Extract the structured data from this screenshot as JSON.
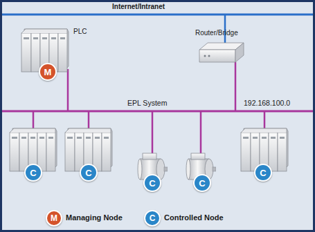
{
  "diagram": {
    "nodes": [
      {
        "text": [
          "PLC"
        ]
      },
      {
        "text": [
          "M"
        ],
        "in": 0
      },
      {
        "text": [
          "Router/Bridge"
        ]
      },
      {
        "text": [
          "C"
        ]
      },
      {
        "text": [
          "C"
        ]
      },
      {
        "text": [
          "C"
        ]
      },
      {
        "text": [
          "C"
        ]
      },
      {
        "text": [
          "C"
        ]
      }
    ],
    "labels": [
      "Internet/Intranet",
      "EPL System",
      "192.168.100.0",
      "M",
      "C"
    ],
    "legend": [
      {
        "text": "Managing Node",
        "color": "#d4532b"
      },
      {
        "text": "Controlled Node",
        "color": "#2a86c8"
      }
    ]
  }
}
